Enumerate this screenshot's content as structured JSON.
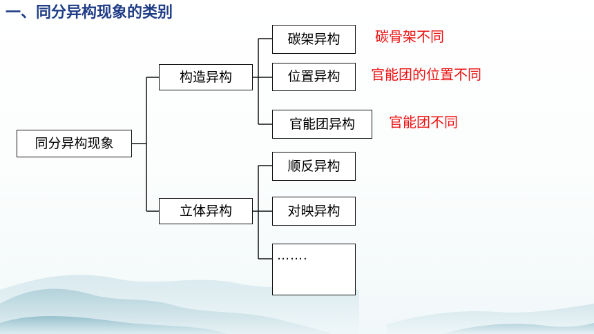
{
  "title": "一、同分异构现象的类别",
  "diagram": {
    "root": "同分异构现象",
    "branches": [
      {
        "label": "构造异构",
        "children": [
          {
            "label": "碳架异构",
            "note": "碳骨架不同"
          },
          {
            "label": "位置异构",
            "note": "官能团的位置不同"
          },
          {
            "label": "官能团异构",
            "note": "官能团不同"
          }
        ]
      },
      {
        "label": "立体异构",
        "children": [
          {
            "label": "顺反异构"
          },
          {
            "label": "对映异构"
          },
          {
            "label": "……."
          }
        ]
      }
    ]
  },
  "colors": {
    "title": "#1f3d86",
    "note": "#ee1111",
    "line": "#111111"
  }
}
